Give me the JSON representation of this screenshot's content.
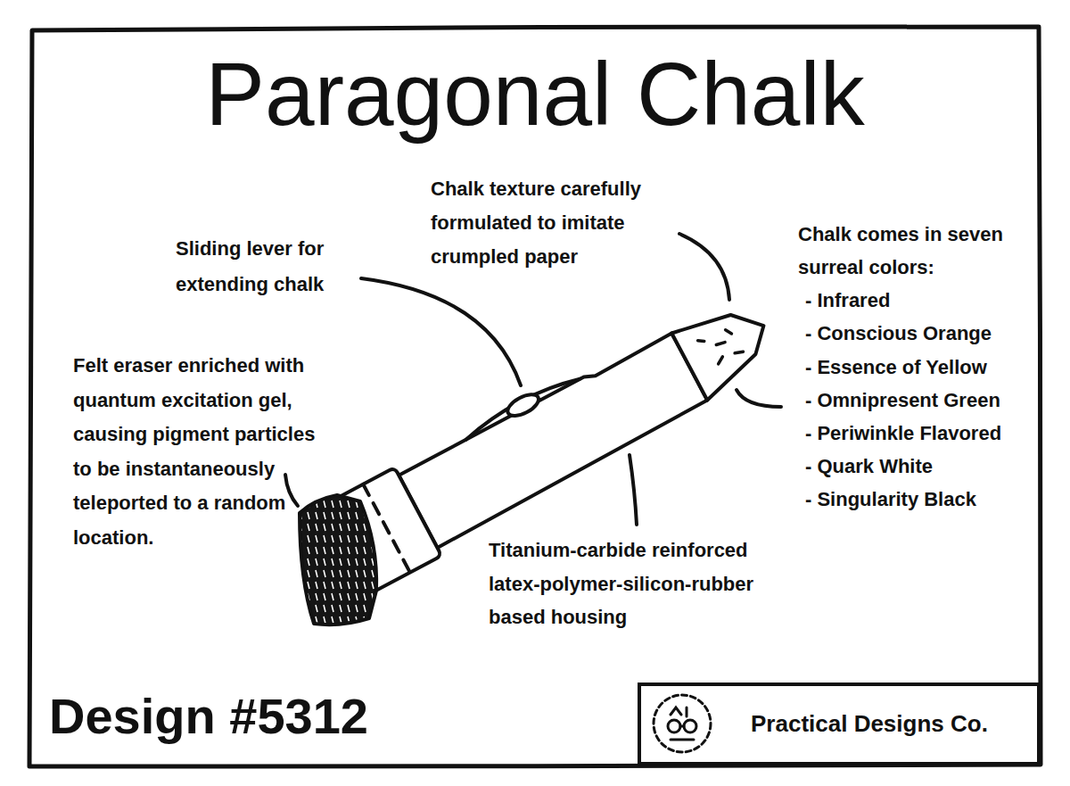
{
  "diagram": {
    "title": "Paragonal Chalk",
    "nodes": [
      {
        "text": [
          "Practical Designs Co."
        ]
      }
    ],
    "labels": [
      "Chalk texture carefully formulated to imitate crumpled paper",
      "Sliding lever for extending chalk",
      "Chalk comes in seven surreal colors:",
      "- Infrared",
      "- Conscious Orange",
      "- Essence of Yellow",
      "- Omnipresent Green",
      "- Periwinkle Flavored",
      "- Quark White",
      "- Singularity Black",
      "Felt eraser enriched with quantum excitation gel, causing pigment particles to be instantaneously teleported to a random location.",
      "Titanium-carbide reinforced latex-polymer-silicon-rubber based housing",
      "Design #5312"
    ]
  }
}
